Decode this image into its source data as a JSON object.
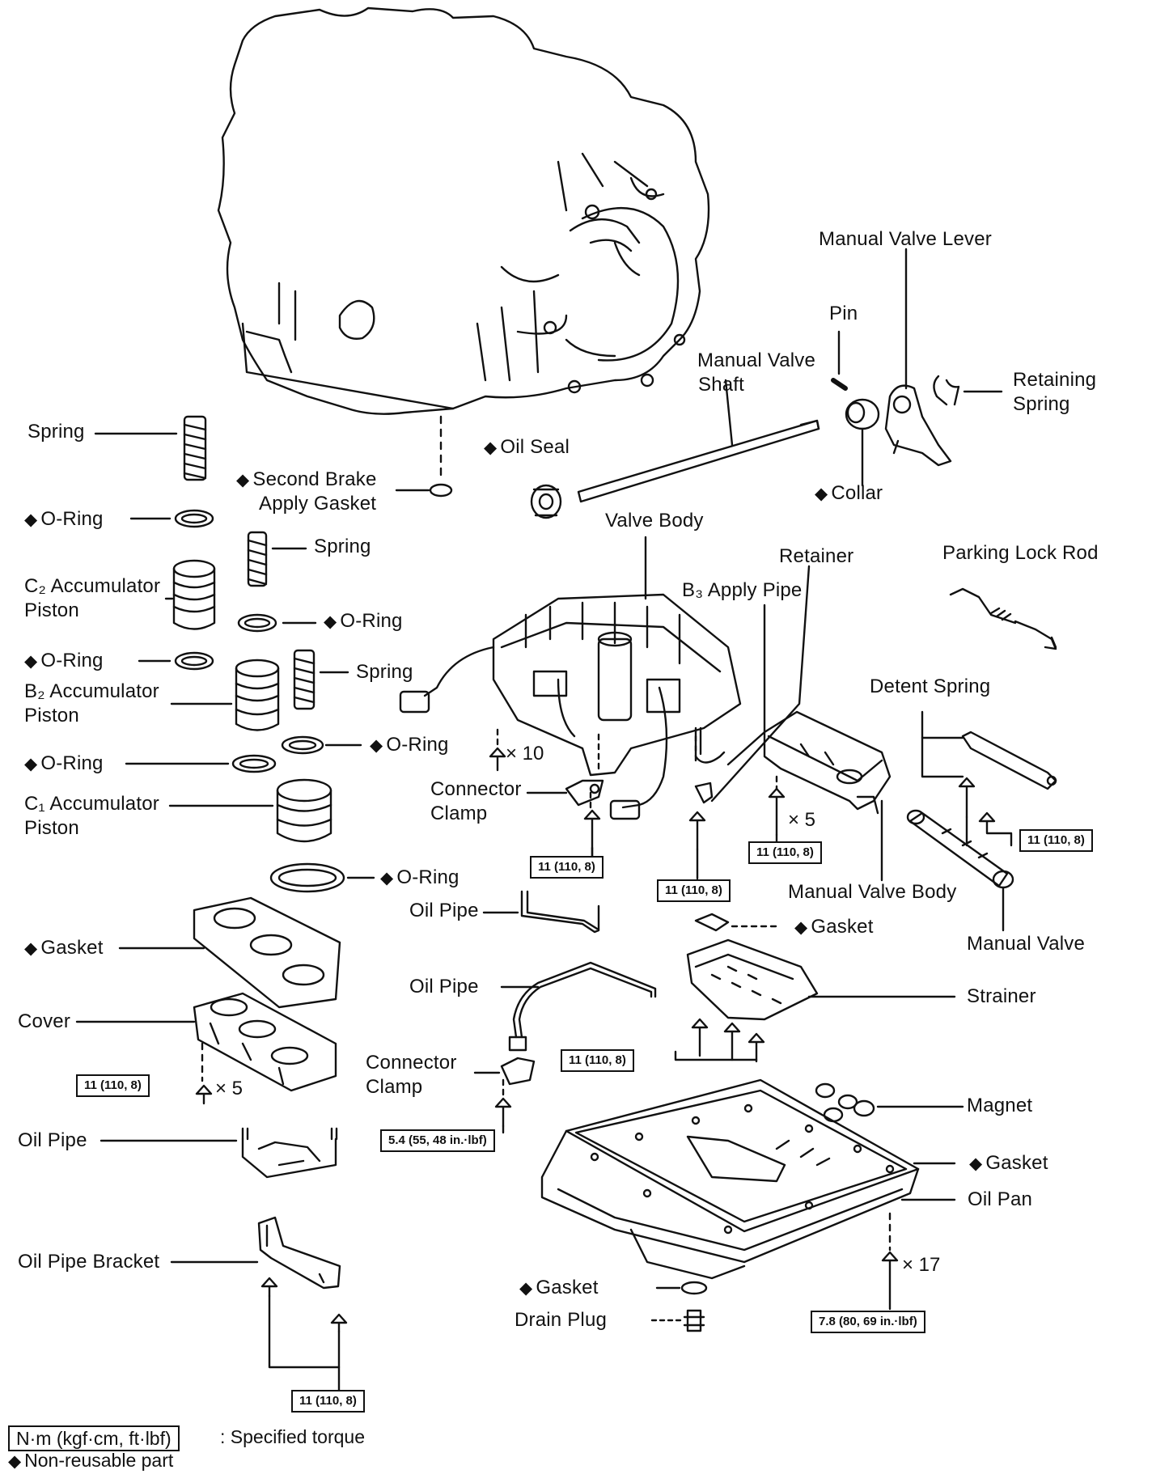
{
  "labels": {
    "manual_valve_lever": "Manual Valve Lever",
    "pin": "Pin",
    "manual_valve_shaft_1": "Manual Valve",
    "manual_valve_shaft_2": "Shaft",
    "retaining_spring_1": "Retaining",
    "retaining_spring_2": "Spring",
    "spring_top": "Spring",
    "oil_seal": "Oil Seal",
    "collar": "Collar",
    "second_brake_1": "Second Brake",
    "second_brake_2": "Apply Gasket",
    "o_ring_1": "O-Ring",
    "spring_2": "Spring",
    "valve_body": "Valve Body",
    "retainer": "Retainer",
    "parking_lock_rod": "Parking Lock Rod",
    "c2_accumulator_1": "C₂ Accumulator",
    "c2_accumulator_2": "Piston",
    "b3_apply_pipe": "B₃ Apply Pipe",
    "o_ring_2": "O-Ring",
    "o_ring_3": "O-Ring",
    "spring_3": "Spring",
    "b2_accumulator_1": "B₂ Accumulator",
    "b2_accumulator_2": "Piston",
    "detent_spring": "Detent Spring",
    "o_ring_4": "O-Ring",
    "o_ring_5": "O-Ring",
    "connector_clamp_1a": "Connector",
    "connector_clamp_1b": "Clamp",
    "c1_accumulator_1": "C₁ Accumulator",
    "c1_accumulator_2": "Piston",
    "o_ring_6": "O-Ring",
    "manual_valve_body": "Manual Valve Body",
    "oil_pipe_1": "Oil Pipe",
    "gasket_1": "Gasket",
    "gasket_2": "Gasket",
    "manual_valve": "Manual Valve",
    "cover": "Cover",
    "oil_pipe_2": "Oil Pipe",
    "strainer": "Strainer",
    "connector_clamp_2a": "Connector",
    "connector_clamp_2b": "Clamp",
    "magnet": "Magnet",
    "oil_pipe_3": "Oil Pipe",
    "gasket_3": "Gasket",
    "oil_pan": "Oil Pan",
    "oil_pipe_bracket": "Oil Pipe Bracket",
    "gasket_4": "Gasket",
    "drain_plug": "Drain Plug"
  },
  "torques": {
    "t1": "11 (110, 8)",
    "t2": "11 (110, 8)",
    "t3": "11 (110, 8)",
    "t4": "11 (110, 8)",
    "t5": "11 (110, 8)",
    "t6": "11 (110, 8)",
    "t7": "5.4 (55, 48 in.·lbf)",
    "t8": "7.8 (80, 69 in.·lbf)",
    "t9": "11 (110, 8)"
  },
  "multipliers": {
    "m10": "× 10",
    "m5a": "× 5",
    "m5b": "× 5",
    "m17": "× 17"
  },
  "legend": {
    "torque_box": "N·m (kgf·cm, ft·lbf)",
    "torque_text": ": Specified torque",
    "nonreusable_text": "Non-reusable part"
  },
  "symbols": {
    "diamond": "◆"
  }
}
